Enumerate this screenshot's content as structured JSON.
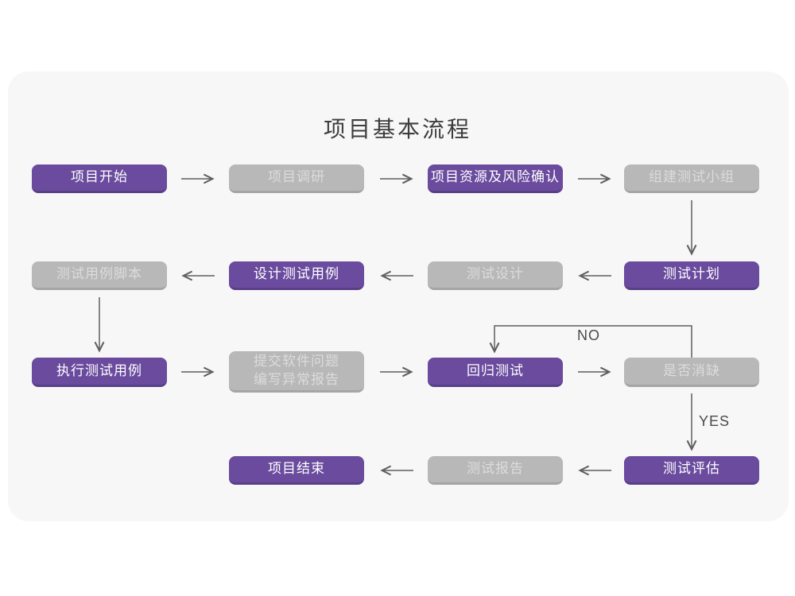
{
  "title": "项目基本流程",
  "colors": {
    "page_bg": "#ffffff",
    "card_bg": "#f7f7f8",
    "purple": "#6a4b9e",
    "purple_edge": "#593f87",
    "gray": "#b8b8b8",
    "gray_edge": "#a5a5a5",
    "node_text_light": "#ffffff",
    "node_text_gray": "#dcdcdc",
    "arrow": "#5f5f5f",
    "title_text": "#3d3d3d",
    "edge_label_text": "#4a4a4a"
  },
  "edge_labels": {
    "no": "NO",
    "yes": "YES"
  },
  "nodes": [
    {
      "id": "project-start",
      "label": "项目开始",
      "variant": "purple"
    },
    {
      "id": "project-research",
      "label": "项目调研",
      "variant": "gray"
    },
    {
      "id": "project-resources-risk",
      "label": "项目资源及风险确认",
      "variant": "purple"
    },
    {
      "id": "form-test-team",
      "label": "组建测试小组",
      "variant": "gray"
    },
    {
      "id": "test-case-script",
      "label": "测试用例脚本",
      "variant": "gray"
    },
    {
      "id": "design-test-cases",
      "label": "设计测试用例",
      "variant": "purple"
    },
    {
      "id": "test-design",
      "label": "测试设计",
      "variant": "gray"
    },
    {
      "id": "test-plan",
      "label": "测试计划",
      "variant": "purple"
    },
    {
      "id": "execute-test-cases",
      "label": "执行测试用例",
      "variant": "purple"
    },
    {
      "id": "submit-issues-report",
      "label": "提交软件问题\n编写异常报告",
      "variant": "gray"
    },
    {
      "id": "regression-test",
      "label": "回归测试",
      "variant": "purple"
    },
    {
      "id": "defect-cleared",
      "label": "是否消缺",
      "variant": "gray"
    },
    {
      "id": "project-end",
      "label": "项目结束",
      "variant": "purple"
    },
    {
      "id": "test-report",
      "label": "测试报告",
      "variant": "gray"
    },
    {
      "id": "test-evaluation",
      "label": "测试评估",
      "variant": "purple"
    }
  ]
}
